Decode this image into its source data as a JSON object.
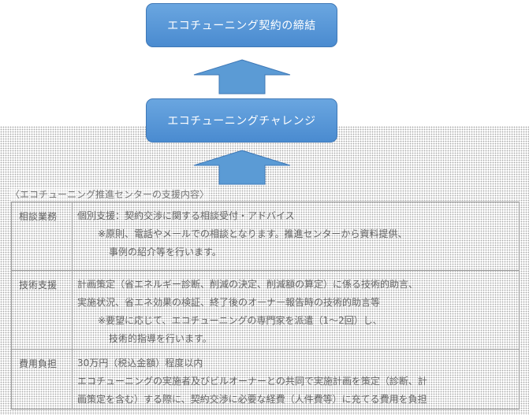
{
  "flow": {
    "top_box": "エコチューニング契約の締結",
    "middle_box": "エコチューニングチャレンジ"
  },
  "colors": {
    "box_fill": "#5b9bd5",
    "box_border": "#3f78b6",
    "arrow_fill": "#5b9bd5"
  },
  "support": {
    "heading": "〈エコチューニング推進センターの支援内容〉",
    "rows": [
      {
        "category": "相談業務",
        "lines": [
          "個別支援：契約交渉に関する相談受付・アドバイス",
          "※原則、電話やメールでの相談となります。推進センターから資料提供、",
          "事例の紹介等を行います。"
        ]
      },
      {
        "category": "技術支援",
        "lines": [
          "計画策定（省エネルギー診断、削減の決定、削減額の算定）に係る技術的助言、",
          "実施状況、省エネ効果の検証、終了後のオーナー報告時の技術的助言等",
          "※要望に応じて、エコチューニングの専門家を派遣（1～2回）し、",
          "技術的指導を行います。"
        ]
      },
      {
        "category": "費用負担",
        "lines": [
          "30万円（税込金額）程度以内",
          "エコチューニングの実施者及びビルオーナーとの共同で実施計画を策定（診断、計",
          "画策定を含む）する際に、契約交渉に必要な経費（人件費等）に充てる費用を負担"
        ]
      }
    ]
  }
}
